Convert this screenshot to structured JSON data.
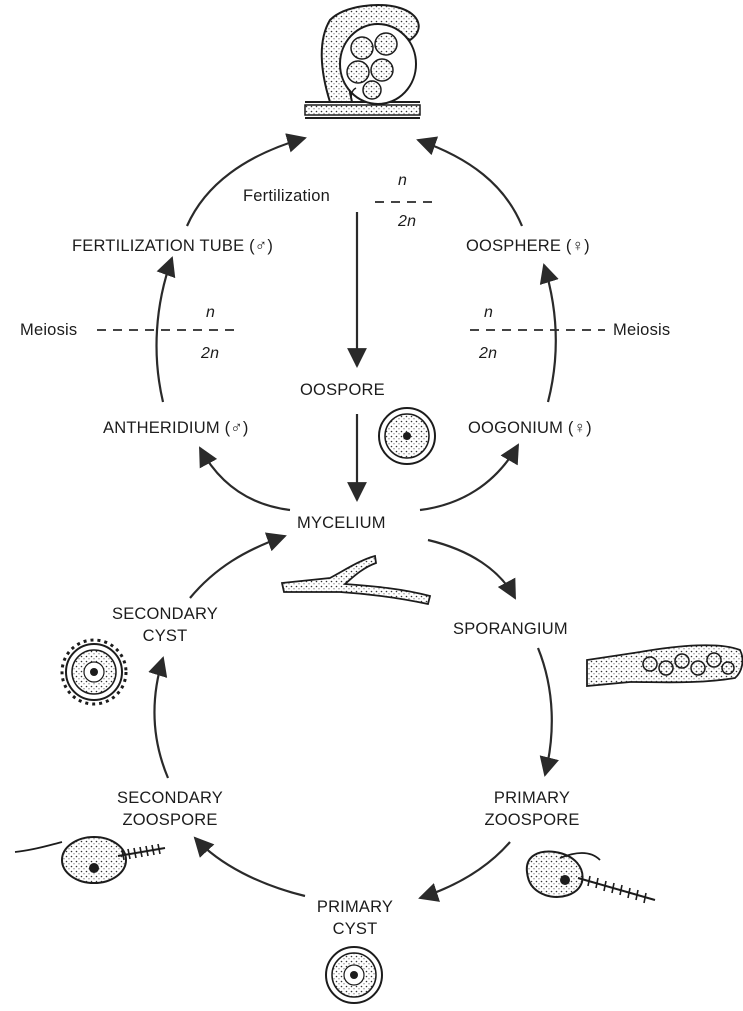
{
  "labels": {
    "fertilization": "Fertilization",
    "fertilization_tube": "FERTILIZATION TUBE (♂)",
    "oosphere": "OOSPHERE (♀)",
    "meiosis_left": "Meiosis",
    "meiosis_right": "Meiosis",
    "oospore": "OOSPORE",
    "antheridium": "ANTHERIDIUM (♂)",
    "oogonium": "OOGONIUM (♀)",
    "mycelium": "MYCELIUM",
    "secondary_cyst_1": "SECONDARY",
    "secondary_cyst_2": "CYST",
    "sporangium": "SPORANGIUM",
    "secondary_zoospore_1": "SECONDARY",
    "secondary_zoospore_2": "ZOOSPORE",
    "primary_zoospore_1": "PRIMARY",
    "primary_zoospore_2": "ZOOSPORE",
    "primary_cyst_1": "PRIMARY",
    "primary_cyst_2": "CYST"
  },
  "ploidy": {
    "top_n": "n",
    "top_2n": "2n",
    "left_n": "n",
    "left_2n": "2n",
    "right_n": "n",
    "right_2n": "2n"
  },
  "colors": {
    "ink": "#1c1c1c",
    "arrow": "#2a2a2a"
  }
}
